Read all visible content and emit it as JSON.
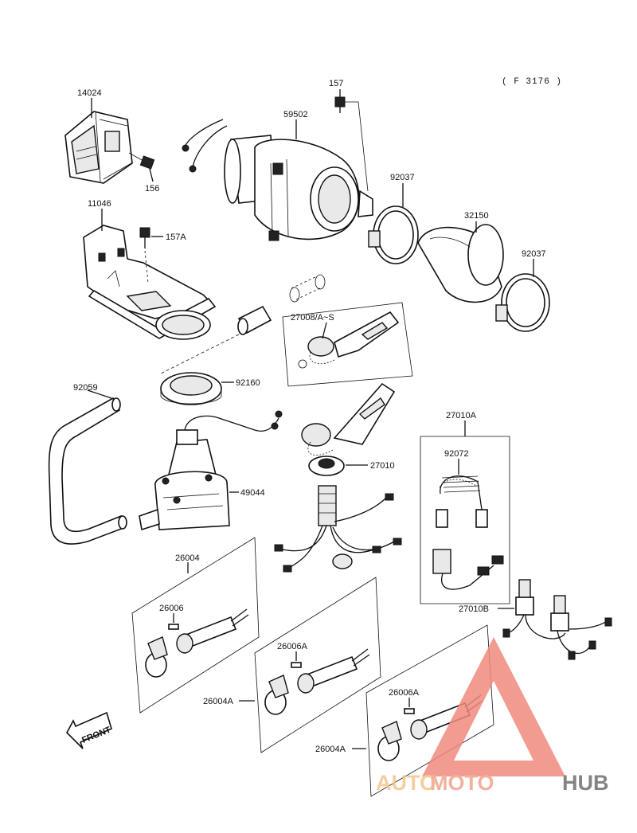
{
  "reference": "( F 3176 )",
  "front_label": "FRONT",
  "watermark": {
    "text_a": "AUTO",
    "text_b": "MOTO",
    "text_c": "HUB",
    "color_a": "#f5c68c",
    "color_b": "#f0a48f",
    "color_c": "#6f6f6f",
    "triangle_color": "#f08a7e"
  },
  "labels": {
    "p14024": "14024",
    "p156": "156",
    "p157": "157",
    "p59502": "59502",
    "p92037_a": "92037",
    "p32150": "32150",
    "p92037_b": "92037",
    "p11046": "11046",
    "p157a": "157A",
    "p27008": "27008/A~S",
    "p92059": "92059",
    "p92160": "92160",
    "p27010a": "27010A",
    "p92072": "92072",
    "p27010": "27010",
    "p49044": "49044",
    "p26004": "26004",
    "p26006": "26006",
    "p27010b": "27010B",
    "p26006a_1": "26006A",
    "p26004a_1": "26004A",
    "p26006a_2": "26006A",
    "p26004a_2": "26004A"
  }
}
